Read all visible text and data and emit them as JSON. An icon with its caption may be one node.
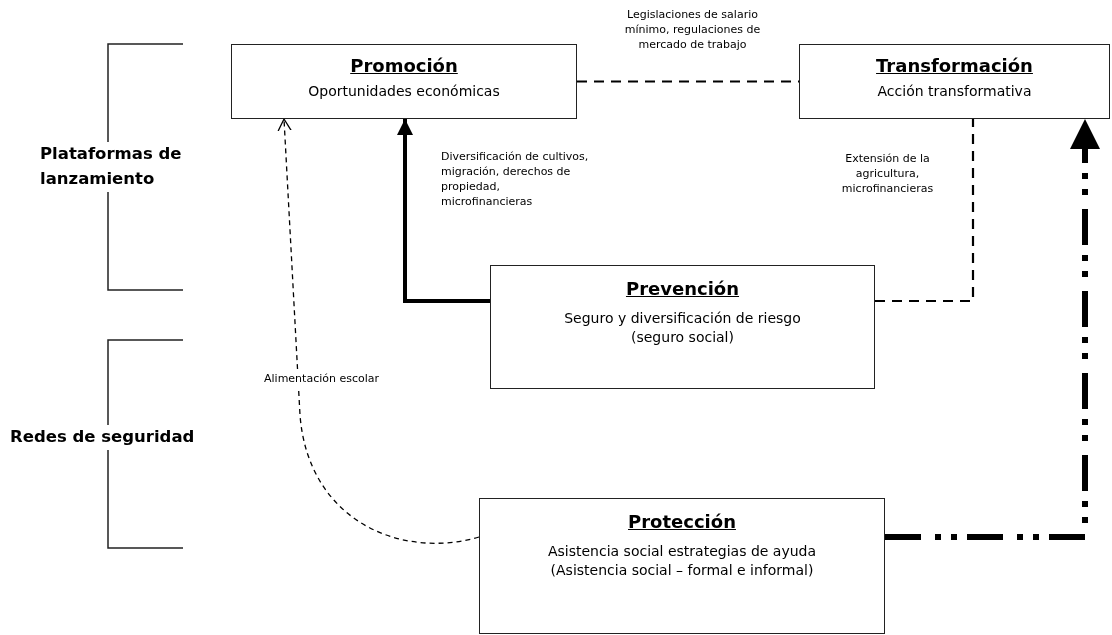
{
  "diagram": {
    "nodes": [
      {
        "text": [
          "Promoción",
          "Oportunidades económicas"
        ]
      },
      {
        "text": [
          "Transformación",
          "Acción transformativa"
        ]
      },
      {
        "text": [
          "Prevención",
          "Seguro y diversificación de riesgo (seguro social)"
        ]
      },
      {
        "text": [
          "Protección",
          "Asistencia social estrategias de ayuda (Asistencia social – formal e informal)"
        ]
      }
    ],
    "edges": [
      {
        "from": 0,
        "to": 1,
        "arrow": "none",
        "style": "dashed",
        "label": "Legislaciones de salario mínimo, regulaciones de mercado de trabajo"
      },
      {
        "from": 2,
        "to": 0,
        "arrow": "to",
        "style": "thick",
        "label": "Diversificación de cultivos, migración, derechos de propiedad, microfinancieras"
      },
      {
        "from": 2,
        "to": 1,
        "arrow": "none",
        "style": "dashed",
        "label": "Extensión de la agricultura, microfinancieras"
      },
      {
        "from": 3,
        "to": 1,
        "arrow": "to",
        "style": "dashed"
      },
      {
        "from": 3,
        "to": 0,
        "arrow": "to",
        "style": "dashed",
        "label": "Alimentación escolar"
      }
    ],
    "labels": [
      "Plataformas de lanzamiento",
      "Redes de seguridad"
    ]
  }
}
